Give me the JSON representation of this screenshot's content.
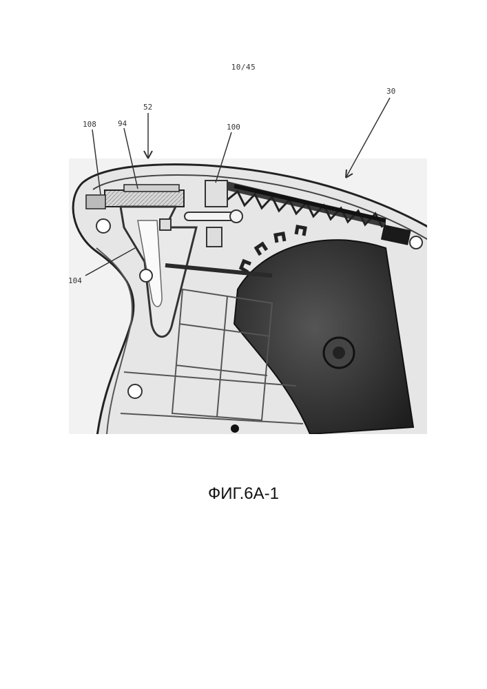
{
  "page": {
    "number": "10/45"
  },
  "figure": {
    "caption": "ФИГ.6А-1",
    "ref_labels": {
      "r30": "30",
      "r52": "52",
      "r108": "108",
      "r94": "94",
      "r100": "100",
      "r104": "104"
    }
  }
}
